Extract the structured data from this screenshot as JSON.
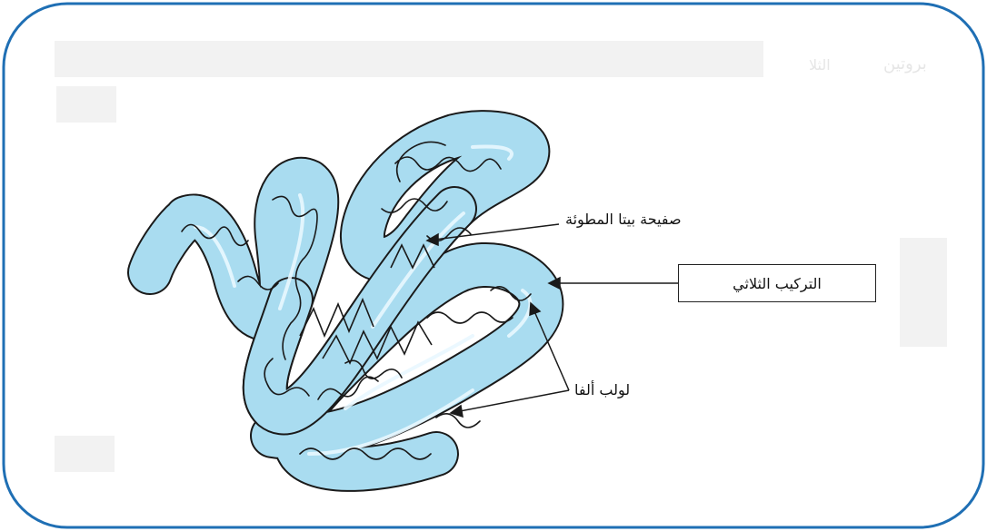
{
  "diagram": {
    "labels": {
      "beta_sheet": "صفيحة بيتا المطوئة",
      "tertiary_structure": "التركيب الثلاثي",
      "alpha_helix": "لولب ألفا"
    },
    "background_faint_text": {
      "top_right": "بروتين",
      "top_right_2": "الثلا"
    },
    "colors": {
      "frame_border": "#1f6fb4",
      "protein_fill": "#a9dcf0",
      "protein_outline": "#1a1a1a",
      "chain_stroke": "#1a1a1a",
      "arrow_stroke": "#1a1a1a"
    }
  }
}
